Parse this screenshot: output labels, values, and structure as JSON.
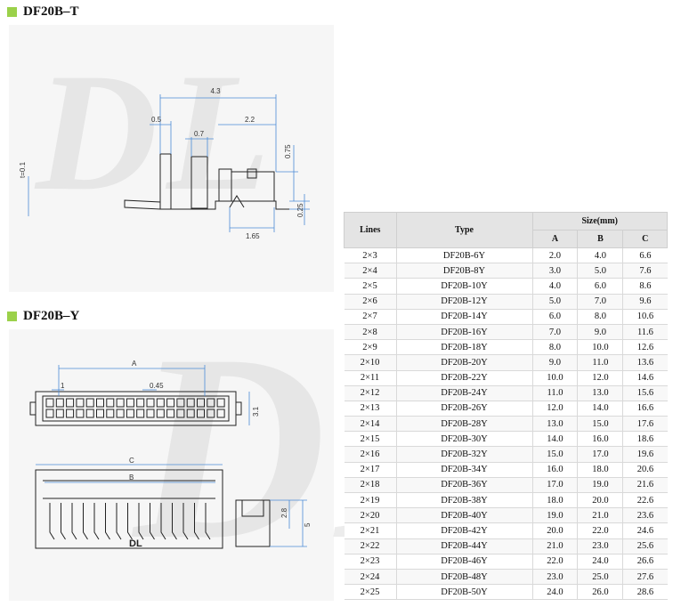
{
  "sections": {
    "top_title": "DF20B–T",
    "bottom_title": "DF20B–Y"
  },
  "watermark": "DL",
  "drawing_t": {
    "dim_total": "4.3",
    "dim_a": "0.5",
    "dim_b": "2.2",
    "dim_c": "0.7",
    "dim_d": "0.75",
    "dim_e": "1.65",
    "dim_f": "0.25",
    "dim_g": "t=0.1"
  },
  "drawing_y": {
    "dim_a": "A",
    "dim_pitch": "1",
    "dim_pin": "0.45",
    "dim_h": "3.1",
    "dim_c": "C",
    "dim_b": "B",
    "dim_h2": "2.8",
    "dim_h3": "5",
    "logo": "DL"
  },
  "table": {
    "headers": {
      "lines": "Lines",
      "type": "Type",
      "size": "Size(mm)",
      "a": "A",
      "b": "B",
      "c": "C"
    },
    "rows": [
      {
        "lines": "2×3",
        "type": "DF20B-6Y",
        "a": "2.0",
        "b": "4.0",
        "c": "6.6"
      },
      {
        "lines": "2×4",
        "type": "DF20B-8Y",
        "a": "3.0",
        "b": "5.0",
        "c": "7.6"
      },
      {
        "lines": "2×5",
        "type": "DF20B-10Y",
        "a": "4.0",
        "b": "6.0",
        "c": "8.6"
      },
      {
        "lines": "2×6",
        "type": "DF20B-12Y",
        "a": "5.0",
        "b": "7.0",
        "c": "9.6"
      },
      {
        "lines": "2×7",
        "type": "DF20B-14Y",
        "a": "6.0",
        "b": "8.0",
        "c": "10.6"
      },
      {
        "lines": "2×8",
        "type": "DF20B-16Y",
        "a": "7.0",
        "b": "9.0",
        "c": "11.6"
      },
      {
        "lines": "2×9",
        "type": "DF20B-18Y",
        "a": "8.0",
        "b": "10.0",
        "c": "12.6"
      },
      {
        "lines": "2×10",
        "type": "DF20B-20Y",
        "a": "9.0",
        "b": "11.0",
        "c": "13.6"
      },
      {
        "lines": "2×11",
        "type": "DF20B-22Y",
        "a": "10.0",
        "b": "12.0",
        "c": "14.6"
      },
      {
        "lines": "2×12",
        "type": "DF20B-24Y",
        "a": "11.0",
        "b": "13.0",
        "c": "15.6"
      },
      {
        "lines": "2×13",
        "type": "DF20B-26Y",
        "a": "12.0",
        "b": "14.0",
        "c": "16.6"
      },
      {
        "lines": "2×14",
        "type": "DF20B-28Y",
        "a": "13.0",
        "b": "15.0",
        "c": "17.6"
      },
      {
        "lines": "2×15",
        "type": "DF20B-30Y",
        "a": "14.0",
        "b": "16.0",
        "c": "18.6"
      },
      {
        "lines": "2×16",
        "type": "DF20B-32Y",
        "a": "15.0",
        "b": "17.0",
        "c": "19.6"
      },
      {
        "lines": "2×17",
        "type": "DF20B-34Y",
        "a": "16.0",
        "b": "18.0",
        "c": "20.6"
      },
      {
        "lines": "2×18",
        "type": "DF20B-36Y",
        "a": "17.0",
        "b": "19.0",
        "c": "21.6"
      },
      {
        "lines": "2×19",
        "type": "DF20B-38Y",
        "a": "18.0",
        "b": "20.0",
        "c": "22.6"
      },
      {
        "lines": "2×20",
        "type": "DF20B-40Y",
        "a": "19.0",
        "b": "21.0",
        "c": "23.6"
      },
      {
        "lines": "2×21",
        "type": "DF20B-42Y",
        "a": "20.0",
        "b": "22.0",
        "c": "24.6"
      },
      {
        "lines": "2×22",
        "type": "DF20B-44Y",
        "a": "21.0",
        "b": "23.0",
        "c": "25.6"
      },
      {
        "lines": "2×23",
        "type": "DF20B-46Y",
        "a": "22.0",
        "b": "24.0",
        "c": "26.6"
      },
      {
        "lines": "2×24",
        "type": "DF20B-48Y",
        "a": "23.0",
        "b": "25.0",
        "c": "27.6"
      },
      {
        "lines": "2×25",
        "type": "DF20B-50Y",
        "a": "24.0",
        "b": "26.0",
        "c": "28.6"
      }
    ]
  },
  "colors": {
    "bullet": "#9bd14a",
    "header_bg": "#e4e4e4",
    "dimension_line": "#4b8bd6"
  }
}
